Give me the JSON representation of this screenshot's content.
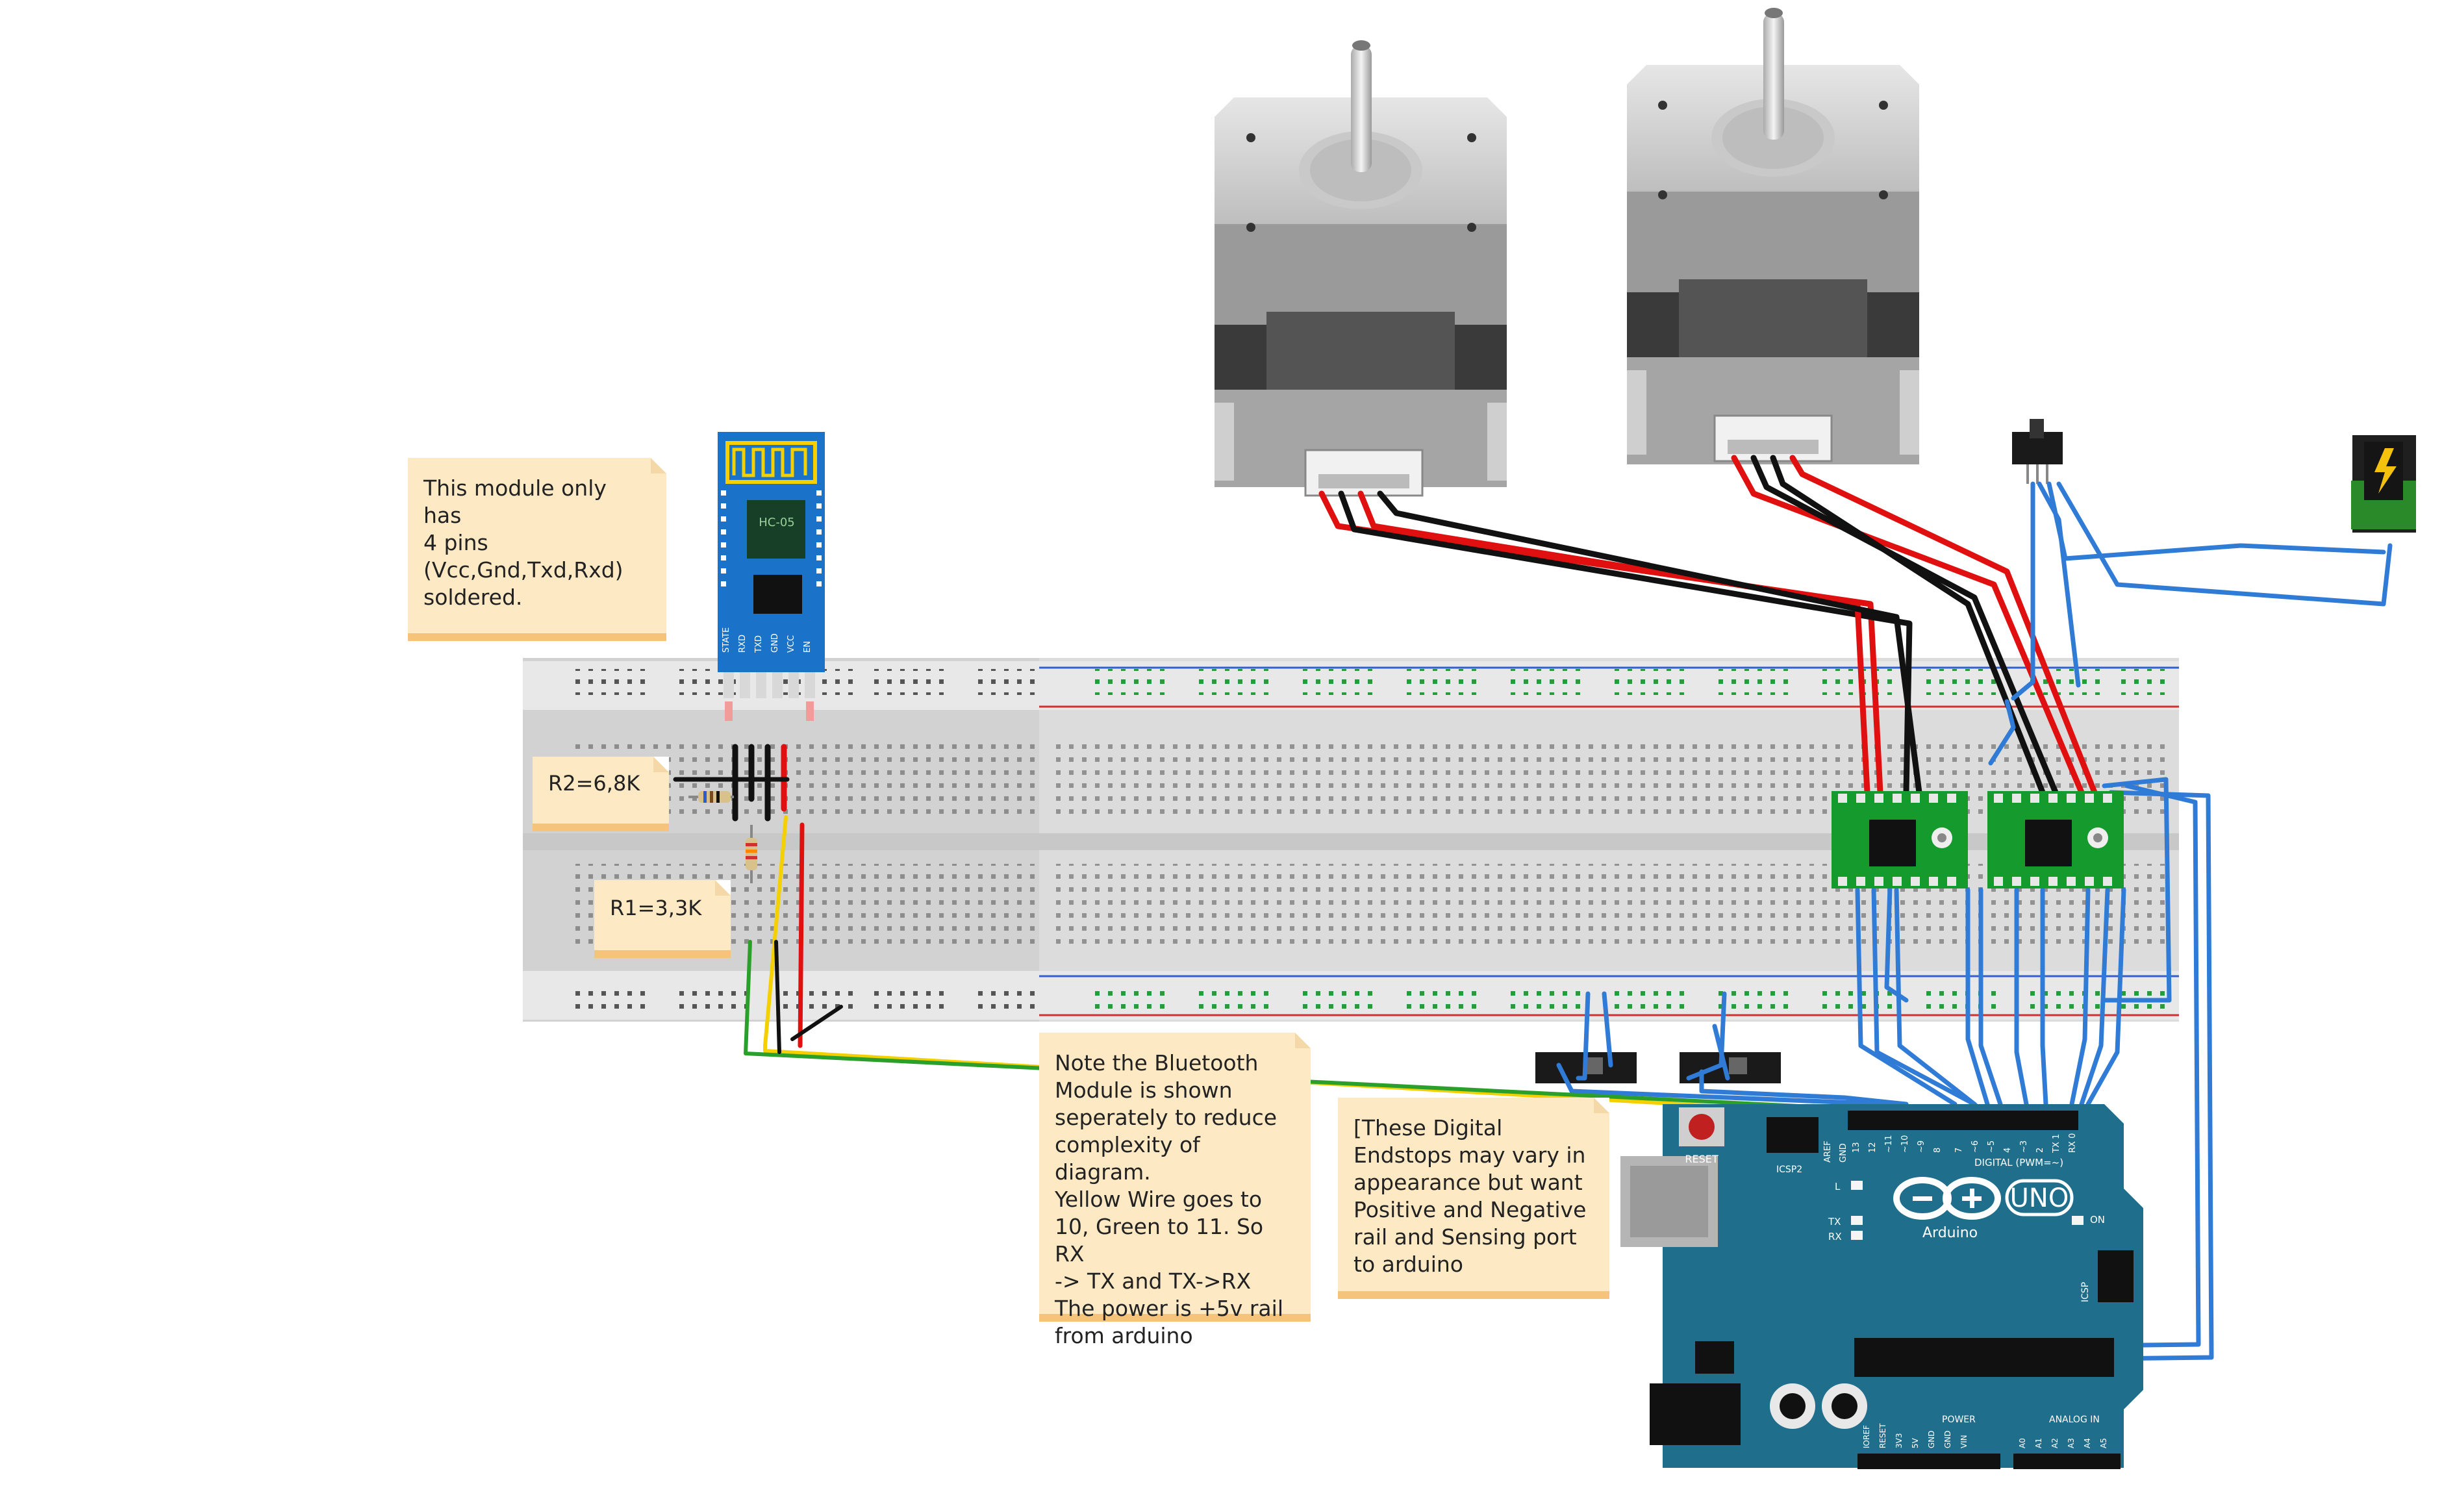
{
  "notes": {
    "bluetooth_pins": "This module only has\n4 pins\n(Vcc,Gnd,Txd,Rxd)\nsoldered.",
    "bluetooth_wiring": "Note the Bluetooth\nModule is shown\nseperately to reduce\ncomplexity of diagram.\nYellow Wire goes to\n10, Green to 11. So RX\n-> TX and TX->RX\nThe power is +5v rail\nfrom arduino",
    "endstops": "[These Digital\nEndstops may vary in\nappearance but want\nPositive and Negative\nrail and  Sensing port\nto arduino"
  },
  "resistors": {
    "r2": "R2=6,8K",
    "r1": "R1=3,3K"
  },
  "bluetooth_module": {
    "model": "HC-05",
    "pins": [
      "STATE",
      "RXD",
      "TXD",
      "GND",
      "VCC",
      "EN"
    ]
  },
  "arduino": {
    "logo_text": "UNO",
    "brand": "Arduino",
    "reset_label": "RESET",
    "icsp2_label": "ICSP2",
    "icsp_label": "ICSP",
    "digital_label": "DIGITAL (PWM=~)",
    "on_label": "ON",
    "l_label": "L",
    "tx_label": "TX",
    "rx_label": "RX",
    "power_label": "POWER",
    "analog_label": "ANALOG IN",
    "aref_label": "AREF",
    "gnd_label": "GND",
    "digital_pins": [
      "13",
      "12",
      "~11",
      "~10",
      "~9",
      "8",
      "7",
      "~6",
      "~5",
      "4",
      "~3",
      "2",
      "TX 1",
      "RX 0"
    ],
    "power_pins": [
      "IOREF",
      "RESET",
      "3V3",
      "5V",
      "GND",
      "GND",
      "VIN"
    ],
    "analog_pins": [
      "A0",
      "A1",
      "A2",
      "A3",
      "A4",
      "A5"
    ]
  },
  "colors": {
    "wire_red": "#e01010",
    "wire_black": "#111111",
    "wire_blue": "#2f7bd6",
    "wire_yellow": "#f4d000",
    "wire_green": "#2aa02a",
    "arduino_board": "#1f6e8c",
    "driver_board": "#159a2e",
    "bt_board": "#1a73c8",
    "note_bg": "#fde9c4"
  }
}
